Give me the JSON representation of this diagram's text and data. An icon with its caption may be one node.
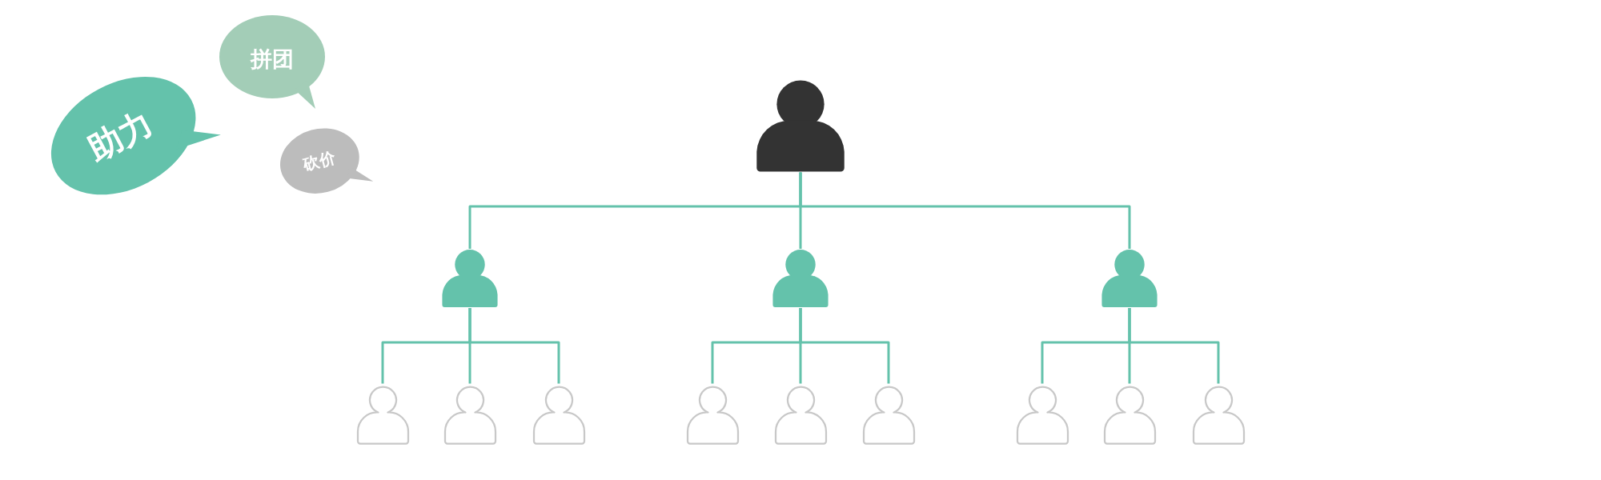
{
  "diagram": {
    "nodes": [
      {
        "text": [
          "助力"
        ]
      },
      {
        "text": [
          "拼团"
        ]
      },
      {
        "text": [
          "砍价"
        ]
      },
      {
        "text": [],
        "shape": "person"
      },
      {
        "text": [],
        "shape": "person"
      },
      {
        "text": [],
        "shape": "person"
      },
      {
        "text": [],
        "shape": "person"
      },
      {
        "text": [],
        "shape": "person"
      },
      {
        "text": [],
        "shape": "person"
      },
      {
        "text": [],
        "shape": "person"
      },
      {
        "text": [],
        "shape": "person"
      },
      {
        "text": [],
        "shape": "person"
      },
      {
        "text": [],
        "shape": "person"
      },
      {
        "text": [],
        "shape": "person"
      },
      {
        "text": [],
        "shape": "person"
      },
      {
        "text": [],
        "shape": "person"
      }
    ],
    "edges": [
      {
        "from": 3,
        "to": 4,
        "arrow": "none"
      },
      {
        "from": 3,
        "to": 5,
        "arrow": "none"
      },
      {
        "from": 3,
        "to": 6,
        "arrow": "none"
      },
      {
        "from": 4,
        "to": 7,
        "arrow": "none"
      },
      {
        "from": 4,
        "to": 8,
        "arrow": "none"
      },
      {
        "from": 4,
        "to": 9,
        "arrow": "none"
      },
      {
        "from": 5,
        "to": 10,
        "arrow": "none"
      },
      {
        "from": 5,
        "to": 11,
        "arrow": "none"
      },
      {
        "from": 5,
        "to": 12,
        "arrow": "none"
      },
      {
        "from": 6,
        "to": 13,
        "arrow": "none"
      },
      {
        "from": 6,
        "to": 14,
        "arrow": "none"
      },
      {
        "from": 6,
        "to": 15,
        "arrow": "none"
      }
    ]
  }
}
